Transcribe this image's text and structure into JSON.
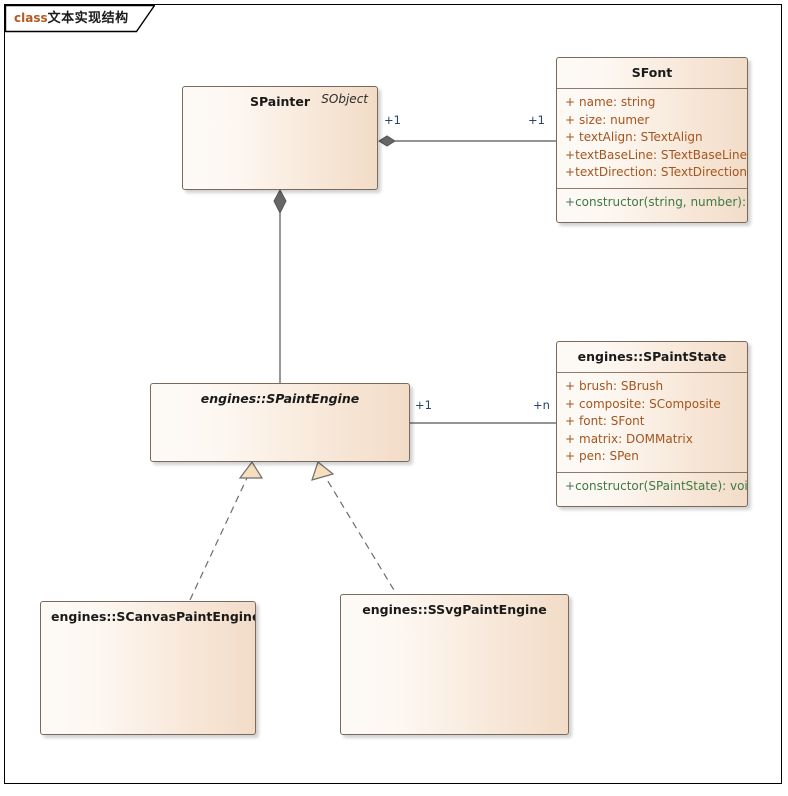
{
  "diagram": {
    "frame_keyword": "class",
    "frame_title_cjk": "文本实现结构",
    "frame_title_full": "class文本实现结构"
  },
  "colors": {
    "box_fill_light": "#fdfaf6",
    "box_fill_dark": "#f2dcc8",
    "box_border": "#7a6a5d",
    "attribute_text": "#a4551f",
    "operation_text": "#3e7a45",
    "multiplicity_text": "#25456b",
    "keyword_text": "#b35a1f",
    "connector_line": "#555555",
    "diamond_fill": "#666666",
    "triangle_fill": "#f7dfbd"
  },
  "classes": {
    "spainter": {
      "name": "SPainter",
      "stereotype": "SObject",
      "italic": false,
      "attributes": [],
      "operations": []
    },
    "sfont": {
      "name": "SFont",
      "stereotype": "",
      "italic": false,
      "attributes": [
        {
          "visibility": "+",
          "signature": "name: string"
        },
        {
          "visibility": "+",
          "signature": "size: numer"
        },
        {
          "visibility": "+",
          "signature": "textAlign: STextAlign"
        },
        {
          "visibility": "+",
          "signature": "textBaseLine: STextBaseLine"
        },
        {
          "visibility": "+",
          "signature": "textDirection: STextDirection"
        }
      ],
      "operations": [
        {
          "visibility": "+",
          "signature": "constructor(string, number): void"
        }
      ]
    },
    "spaintengine": {
      "name": "engines::SPaintEngine",
      "stereotype": "",
      "italic": true,
      "attributes": [],
      "operations": []
    },
    "spaintstate": {
      "name": "engines::SPaintState",
      "stereotype": "",
      "italic": false,
      "attributes": [
        {
          "visibility": "+",
          "signature": "brush: SBrush"
        },
        {
          "visibility": "+",
          "signature": "composite: SComposite"
        },
        {
          "visibility": "+",
          "signature": "font: SFont"
        },
        {
          "visibility": "+",
          "signature": "matrix: DOMMatrix"
        },
        {
          "visibility": "+",
          "signature": "pen: SPen"
        }
      ],
      "operations": [
        {
          "visibility": "+",
          "signature": "constructor(SPaintState): void"
        }
      ]
    },
    "scanvaspaintengine": {
      "name": "engines::SCanvasPaintEngine",
      "stereotype": "",
      "italic": false,
      "attributes": [],
      "operations": []
    },
    "ssvgpaintengine": {
      "name": "engines::SSvgPaintEngine",
      "stereotype": "",
      "italic": false,
      "attributes": [],
      "operations": []
    }
  },
  "relationships": {
    "painter_font": {
      "kind": "composition",
      "source_label": "+1",
      "target_label": "+1"
    },
    "painter_engine": {
      "kind": "composition",
      "source_label": "",
      "target_label": ""
    },
    "engine_state": {
      "kind": "association",
      "source_label": "+1",
      "target_label": "+n"
    },
    "canvas_realize": {
      "kind": "realization",
      "source_label": "",
      "target_label": ""
    },
    "svg_realize": {
      "kind": "realization",
      "source_label": "",
      "target_label": ""
    }
  }
}
